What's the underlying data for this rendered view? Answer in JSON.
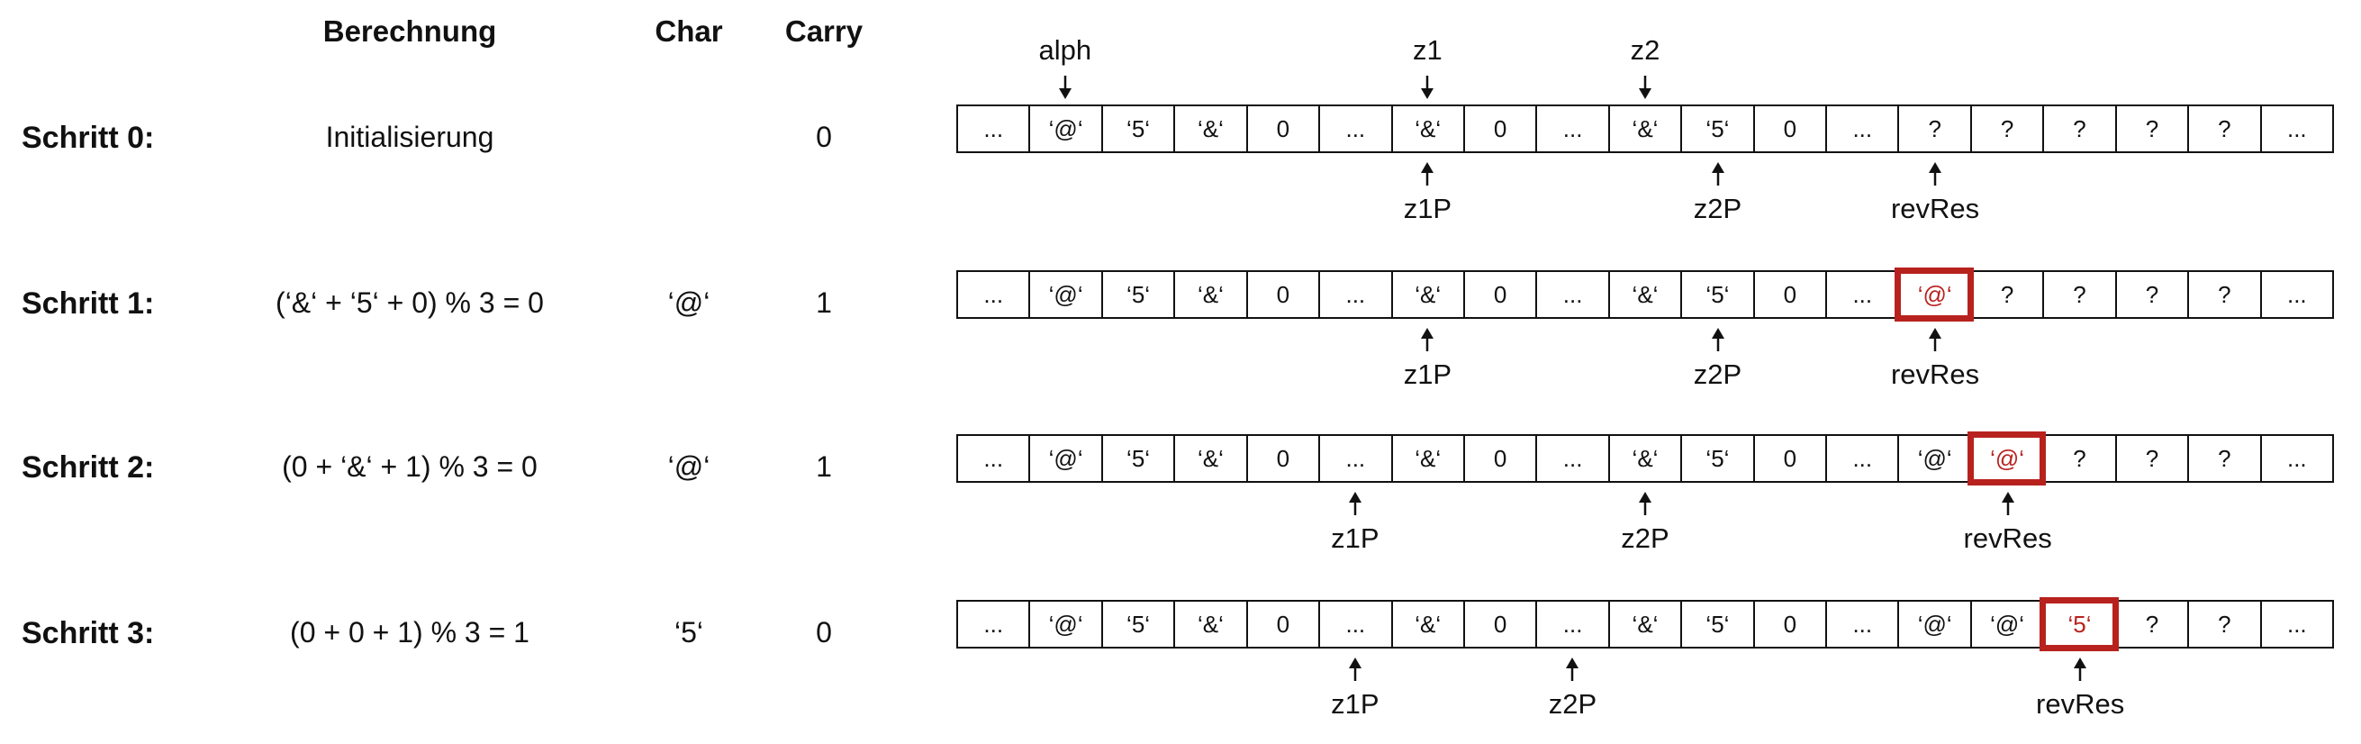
{
  "headers": {
    "calc": "Berechnung",
    "char": "Char",
    "carry": "Carry"
  },
  "top_pointers": [
    {
      "label": "alph",
      "cell": 1
    },
    {
      "label": "z1",
      "cell": 6
    },
    {
      "label": "z2",
      "cell": 9
    }
  ],
  "steps": [
    {
      "label": "Schritt 0:",
      "calc": "Initialisierung",
      "char": "",
      "carry": "0",
      "cells": [
        "...",
        "‘@‘",
        "‘5‘",
        "‘&‘",
        "0",
        "...",
        "‘&‘",
        "0",
        "...",
        "‘&‘",
        "‘5‘",
        "0",
        "...",
        "?",
        "?",
        "?",
        "?",
        "?",
        "..."
      ],
      "highlight": null,
      "pointers": [
        {
          "label": "z1P",
          "cell": 6
        },
        {
          "label": "z2P",
          "cell": 10
        },
        {
          "label": "revRes",
          "cell": 13
        }
      ]
    },
    {
      "label": "Schritt 1:",
      "calc": "(‘&‘ + ‘5‘ + 0) % 3 = 0",
      "char": "‘@‘",
      "carry": "1",
      "cells": [
        "...",
        "‘@‘",
        "‘5‘",
        "‘&‘",
        "0",
        "...",
        "‘&‘",
        "0",
        "...",
        "‘&‘",
        "‘5‘",
        "0",
        "...",
        "‘@‘",
        "?",
        "?",
        "?",
        "?",
        "..."
      ],
      "highlight": 13,
      "pointers": [
        {
          "label": "z1P",
          "cell": 6
        },
        {
          "label": "z2P",
          "cell": 10
        },
        {
          "label": "revRes",
          "cell": 13
        }
      ]
    },
    {
      "label": "Schritt 2:",
      "calc": "(0 + ‘&‘ + 1) % 3 = 0",
      "char": "‘@‘",
      "carry": "1",
      "cells": [
        "...",
        "‘@‘",
        "‘5‘",
        "‘&‘",
        "0",
        "...",
        "‘&‘",
        "0",
        "...",
        "‘&‘",
        "‘5‘",
        "0",
        "...",
        "‘@‘",
        "‘@‘",
        "?",
        "?",
        "?",
        "..."
      ],
      "highlight": 14,
      "pointers": [
        {
          "label": "z1P",
          "cell": 5
        },
        {
          "label": "z2P",
          "cell": 9
        },
        {
          "label": "revRes",
          "cell": 14
        }
      ]
    },
    {
      "label": "Schritt 3:",
      "calc": "(0 + 0 + 1) % 3 = 1",
      "char": "‘5‘",
      "carry": "0",
      "cells": [
        "...",
        "‘@‘",
        "‘5‘",
        "‘&‘",
        "0",
        "...",
        "‘&‘",
        "0",
        "...",
        "‘&‘",
        "‘5‘",
        "0",
        "...",
        "‘@‘",
        "‘@‘",
        "‘5‘",
        "?",
        "?",
        "..."
      ],
      "highlight": 15,
      "pointers": [
        {
          "label": "z1P",
          "cell": 5
        },
        {
          "label": "z2P",
          "cell": 8
        },
        {
          "label": "revRes",
          "cell": 15
        }
      ]
    }
  ]
}
